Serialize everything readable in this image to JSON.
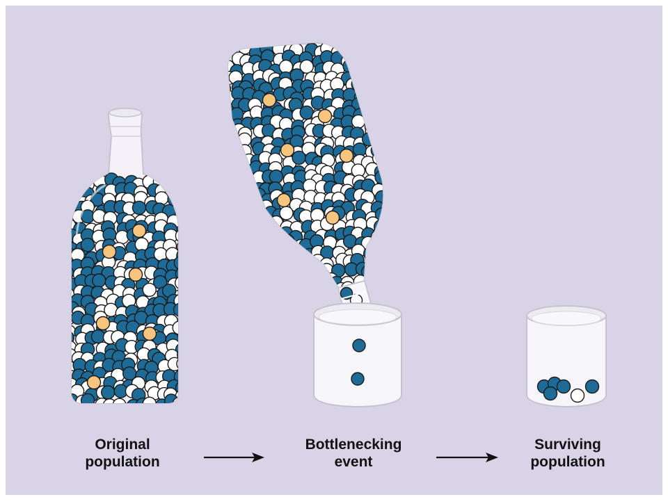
{
  "palette": {
    "background": "#d9d3e7",
    "bead_blue": "#1d6b96",
    "bead_white": "#ffffff",
    "bead_orange": "#f7c57e",
    "outline": "#1a1a1a"
  },
  "stages": [
    {
      "line1": "Original",
      "line2": "population"
    },
    {
      "line1": "Bottlenecking",
      "line2": "event"
    },
    {
      "line1": "Surviving",
      "line2": "population"
    }
  ],
  "arrows": [
    "right-arrow",
    "right-arrow"
  ]
}
